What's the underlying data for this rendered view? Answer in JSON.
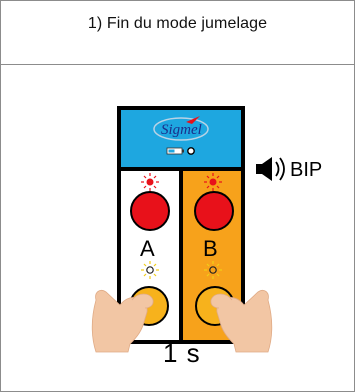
{
  "header": {
    "title": "1) Fin du mode jumelage"
  },
  "device": {
    "brand": "Sigmel",
    "left_label": "A",
    "right_label": "B",
    "sound_label": "BIP",
    "duration_label": "1 s"
  },
  "colors": {
    "panel_blue": "#1ea7e0",
    "panel_orange": "#f7a21b",
    "button_red": "#e8111a",
    "button_yellow": "#f7b21c",
    "skin": "#f2c6a4"
  },
  "icons": [
    "speaker-icon",
    "led-blink-icon",
    "hand-icon",
    "sigmel-logo"
  ]
}
